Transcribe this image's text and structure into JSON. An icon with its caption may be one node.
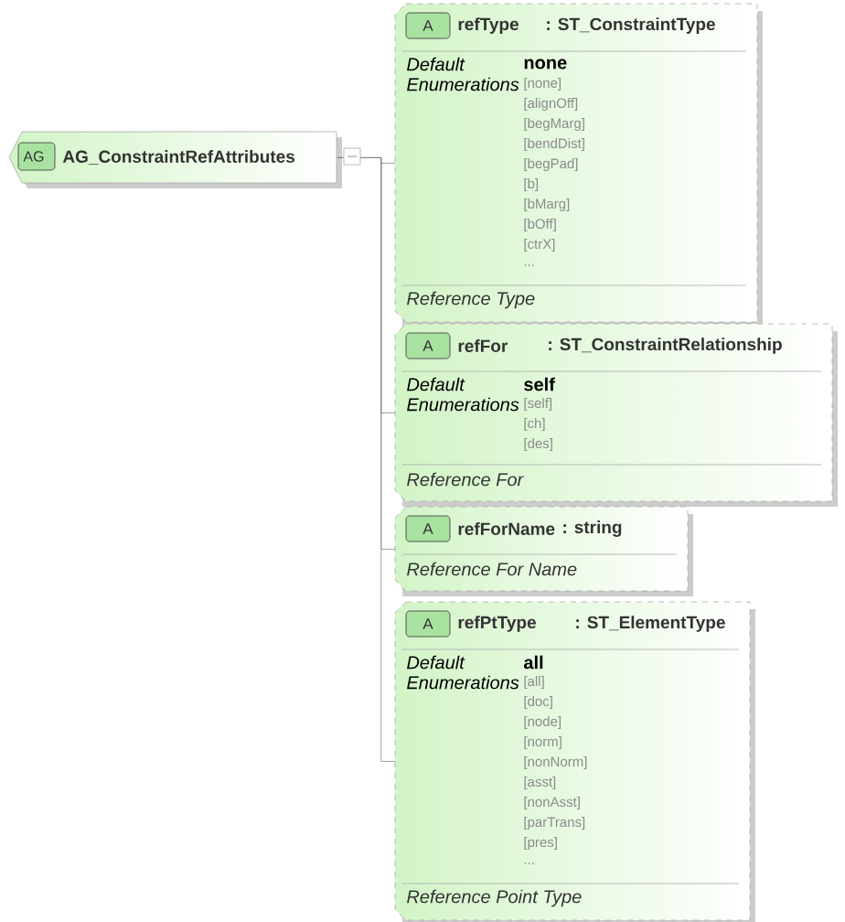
{
  "diagram": {
    "nodes": [
      {
        "text": [
          "AG",
          "AG_ConstraintRefAttributes"
        ]
      },
      {
        "text": [
          "A",
          "refType",
          ": ST_ConstraintType",
          "Default",
          "none",
          "Enumerations",
          "[none]",
          "[alignOff]",
          "[begMarg]",
          "[bendDist]",
          "[begPad]",
          "[b]",
          "[bMarg]",
          "[bOff]",
          "[ctrX]",
          "...",
          "Reference Type"
        ]
      },
      {
        "text": [
          "A",
          "refFor",
          ": ST_ConstraintRelationship",
          "Default",
          "self",
          "Enumerations",
          "[self]",
          "[ch]",
          "[des]",
          "Reference For"
        ]
      },
      {
        "text": [
          "A",
          "refForName",
          ": string",
          "Reference For Name"
        ]
      },
      {
        "text": [
          "A",
          "refPtType",
          ": ST_ElementType",
          "Default",
          "all",
          "Enumerations",
          "[all]",
          "[doc]",
          "[node]",
          "[norm]",
          "[nonNorm]",
          "[asst]",
          "[nonAsst]",
          "[parTrans]",
          "[pres]",
          "...",
          "Reference Point Type"
        ]
      }
    ],
    "edges": [
      {
        "from": 0,
        "to": 1,
        "arrow": "none"
      },
      {
        "from": 0,
        "to": 2,
        "arrow": "none"
      },
      {
        "from": 0,
        "to": 3,
        "arrow": "none"
      },
      {
        "from": 0,
        "to": 4,
        "arrow": "none"
      }
    ]
  }
}
